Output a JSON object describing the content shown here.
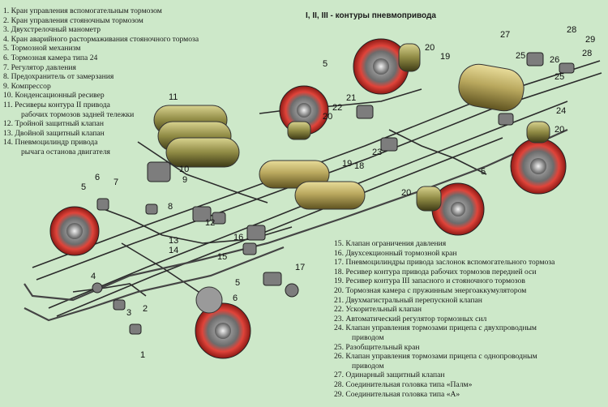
{
  "diagram": {
    "title": "I, II, III - контуры пневмопривода",
    "legend_left": [
      {
        "num": "1.",
        "text": "Кран управления вспомогательным тормозом"
      },
      {
        "num": "2.",
        "text": "Кран управления стояночным тормозом"
      },
      {
        "num": "3.",
        "text": "Двухстрелочный манометр"
      },
      {
        "num": "4.",
        "text": "Кран аварийного растормаживания стояночного тормоза"
      },
      {
        "num": "5.",
        "text": "Тормозной механизм"
      },
      {
        "num": "6.",
        "text": "Тормозная камера типа 24"
      },
      {
        "num": "7.",
        "text": "Регулятор давления"
      },
      {
        "num": "8.",
        "text": "Предохранитель от замерзания"
      },
      {
        "num": "9.",
        "text": "Компрессор"
      },
      {
        "num": "10.",
        "text": "Конденсационный ресивер"
      },
      {
        "num": "11.",
        "text": "Ресиверы контура II привода",
        "sub": "рабочих тормозов задней тележки"
      },
      {
        "num": "12.",
        "text": "Тройной защитный клапан"
      },
      {
        "num": "13.",
        "text": "Двойной защитный клапан"
      },
      {
        "num": "14.",
        "text": "Пневмоцилиндр привода",
        "sub": "рычага останова двигателя"
      }
    ],
    "legend_right": [
      {
        "num": "15.",
        "text": "Клапан ограничения давления"
      },
      {
        "num": "16.",
        "text": "Двухсекционный тормозной кран"
      },
      {
        "num": "17.",
        "text": "Пневмоцилиндры привода заслонок вспомогательного тормоза"
      },
      {
        "num": "18.",
        "text": "Ресивер контура привода рабочих тормозов передней оси"
      },
      {
        "num": "19.",
        "text": "Ресивер контура III запасного и стояночного тормозов"
      },
      {
        "num": "20.",
        "text": "Тормозная камера с пружинным энергоаккумулятором"
      },
      {
        "num": "21.",
        "text": "Двухмагистральный перепускной клапан"
      },
      {
        "num": "22.",
        "text": "Ускорительный клапан"
      },
      {
        "num": "23.",
        "text": "Автоматический регулятор тормозных сил"
      },
      {
        "num": "24.",
        "text": "Клапан управления тормозами прицепа с двухпроводным",
        "sub": "приводом"
      },
      {
        "num": "25.",
        "text": "Разобщительный кран"
      },
      {
        "num": "26.",
        "text": "Клапан управления тормозами прицепа с однопроводным",
        "sub": "приводом"
      },
      {
        "num": "27.",
        "text": "Одинарный защитный клапан"
      },
      {
        "num": "28.",
        "text": "Соединительная головка типа «Палм»"
      },
      {
        "num": "29.",
        "text": "Соединительная головка типа «А»"
      }
    ],
    "callouts": [
      "1",
      "2",
      "3",
      "4",
      "5",
      "6",
      "7",
      "8",
      "9",
      "10",
      "11",
      "12",
      "13",
      "14",
      "15",
      "16",
      "17",
      "18",
      "19",
      "20",
      "21",
      "22",
      "23",
      "24",
      "25",
      "26",
      "27",
      "28",
      "29"
    ],
    "colors": {
      "background": "#cde8c9",
      "receiver": "#b9a85e",
      "receiver_dark": "#6f6228",
      "brake_drum": "#d8332a",
      "metal": "#8d8d8d",
      "pipe": "#2b2b2b"
    }
  }
}
